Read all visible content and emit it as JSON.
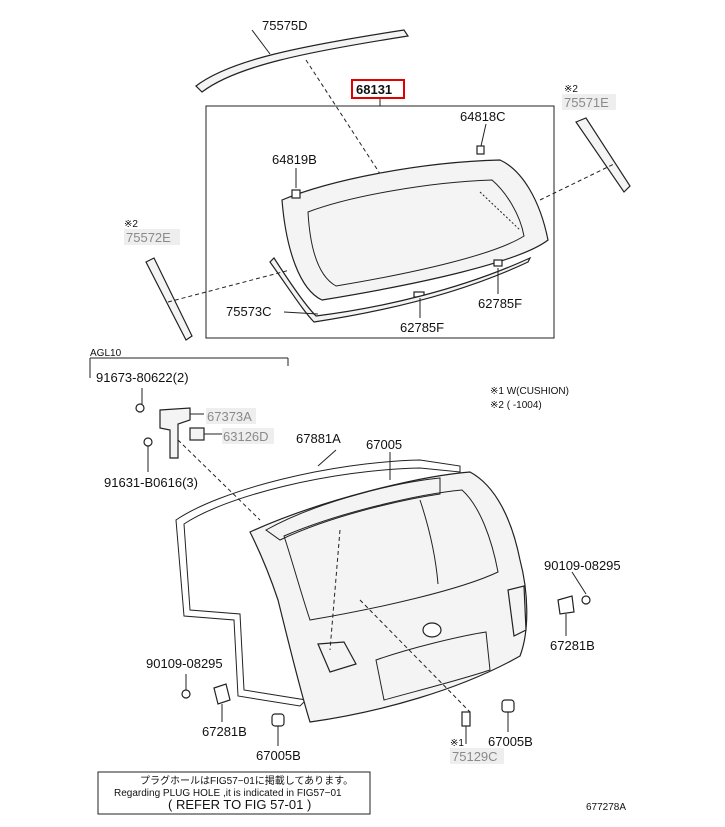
{
  "labels": {
    "p75575D": "75575D",
    "p68131": "68131",
    "p64818C": "64818C",
    "p64819B": "64819B",
    "p75571E": "75571E",
    "p75572E": "75572E",
    "p75573C": "75573C",
    "p62785F_a": "62785F",
    "p62785F_b": "62785F",
    "agl10": "AGL10",
    "p91673": "91673-80622(2)",
    "p67373A": "67373A",
    "p63126D": "63126D",
    "p91631": "91631-B0616(3)",
    "p67881A": "67881A",
    "p67005": "67005",
    "p90109_r": "90109-08295",
    "p67281B_r": "67281B",
    "p90109_l": "90109-08295",
    "p67281B_l": "67281B",
    "p67005B_l": "67005B",
    "p67005B_r": "67005B",
    "p75129C": "75129C",
    "note1_mark": "※1",
    "note2_mark_a": "※2",
    "note2_mark_b": "※2",
    "legend1": "※1 W(CUSHION)",
    "legend2": "※2 (      -1004)",
    "ref_jp": "プラグホールはFIG57−01に掲載してあります。",
    "ref_en": "Regarding PLUG HOLE ,it is indicated in FIG57−01",
    "ref_fig": "( REFER TO FIG 57-01 )",
    "fig_id": "677278A"
  },
  "colors": {
    "highlight": "#e00000",
    "grey_label": "#8a8a8a",
    "line": "#222222"
  }
}
